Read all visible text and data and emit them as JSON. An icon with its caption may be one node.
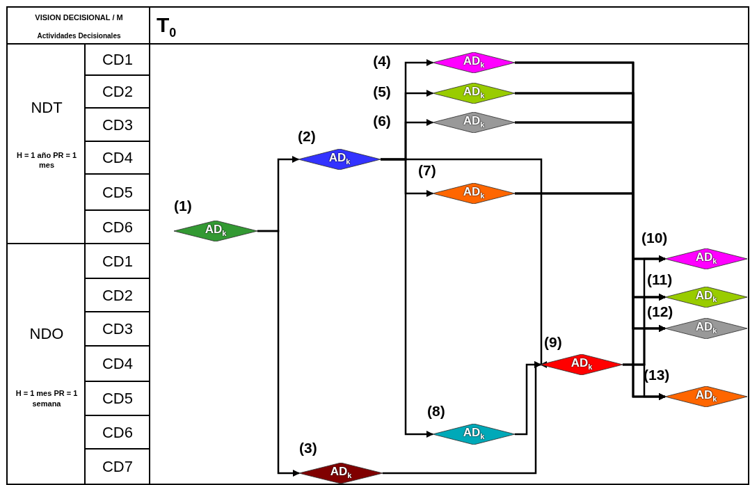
{
  "diagram": {
    "nodes": [
      {
        "text": [
          "AD$_{k}$"
        ],
        "beside": [
          "(1)"
        ]
      },
      {
        "text": [
          "AD$_{k}$"
        ],
        "beside": [
          "(2)"
        ]
      },
      {
        "text": [
          "AD$_{k}$"
        ],
        "beside": [
          "(3)"
        ]
      },
      {
        "text": [
          "AD$_{k}$"
        ]
      },
      {
        "text": [
          "AD$_{k}$"
        ]
      },
      {
        "text": [
          "AD$_{k}$"
        ]
      },
      {
        "text": [
          "AD$_{k}$"
        ],
        "beside": [
          "(7)"
        ]
      },
      {
        "text": [
          "AD$_{k}$"
        ],
        "beside": [
          "(8)"
        ]
      },
      {
        "text": [
          "AD$_{k}$"
        ],
        "beside": [
          "(9)"
        ]
      },
      {
        "text": [
          "AD$_{k}$"
        ],
        "beside": [
          "(10)"
        ]
      },
      {
        "text": [
          "AD$_{k}$"
        ],
        "beside": [
          "(11)"
        ]
      },
      {
        "text": [
          "AD$_{k}$"
        ],
        "beside": [
          "(12)"
        ]
      },
      {
        "text": [
          "AD$_{k}$"
        ],
        "beside": [
          "(13)"
        ]
      }
    ],
    "edges": [
      {
        "from": 0,
        "to": 1,
        "arrow": "to"
      },
      {
        "from": 0,
        "to": 2,
        "arrow": "to"
      },
      {
        "from": 1,
        "to": 3,
        "arrow": "to"
      },
      {
        "from": 1,
        "to": 4,
        "arrow": "to"
      },
      {
        "from": 1,
        "to": 5,
        "arrow": "to"
      },
      {
        "from": 1,
        "to": 6,
        "arrow": "to"
      },
      {
        "from": 1,
        "to": 7,
        "arrow": "to"
      },
      {
        "from": 1,
        "to": 8,
        "arrow": "to"
      },
      {
        "from": 2,
        "to": 8,
        "arrow": "to"
      },
      {
        "from": 7,
        "to": 8,
        "arrow": "to"
      },
      {
        "from": 3,
        "to": 9,
        "arrow": "to"
      },
      {
        "from": 3,
        "to": 10,
        "arrow": "to"
      },
      {
        "from": 3,
        "to": 11,
        "arrow": "to"
      },
      {
        "from": 3,
        "to": 12,
        "arrow": "to"
      },
      {
        "from": 4,
        "to": 9,
        "arrow": "to"
      },
      {
        "from": 4,
        "to": 10,
        "arrow": "to"
      },
      {
        "from": 4,
        "to": 11,
        "arrow": "to"
      },
      {
        "from": 4,
        "to": 12,
        "arrow": "to"
      },
      {
        "from": 5,
        "to": 9,
        "arrow": "to"
      },
      {
        "from": 5,
        "to": 10,
        "arrow": "to"
      },
      {
        "from": 5,
        "to": 11,
        "arrow": "to"
      },
      {
        "from": 5,
        "to": 12,
        "arrow": "to"
      },
      {
        "from": 6,
        "to": 9,
        "arrow": "to"
      },
      {
        "from": 6,
        "to": 10,
        "arrow": "to"
      },
      {
        "from": 6,
        "to": 11,
        "arrow": "to"
      },
      {
        "from": 6,
        "to": 12,
        "arrow": "to"
      },
      {
        "from": 8,
        "to": 9,
        "arrow": "to"
      },
      {
        "from": 8,
        "to": 10,
        "arrow": "to"
      },
      {
        "from": 8,
        "to": 11,
        "arrow": "to"
      },
      {
        "from": 8,
        "to": 12,
        "arrow": "to"
      }
    ],
    "labels": [
      "VISION DECISIONAL / M",
      "Actividades Decisionales",
      "T$_{0}$",
      "NDT",
      "H = 1 año PR = 1 mes",
      "CD1",
      "CD2",
      "CD3",
      "CD4",
      "CD5",
      "CD6",
      "NDO",
      "H = 1 mes PR = 1 semana",
      "CD1",
      "CD2",
      "CD3",
      "CD4",
      "CD5",
      "CD6",
      "CD7",
      "(4)",
      "(5)",
      "(6)"
    ]
  }
}
